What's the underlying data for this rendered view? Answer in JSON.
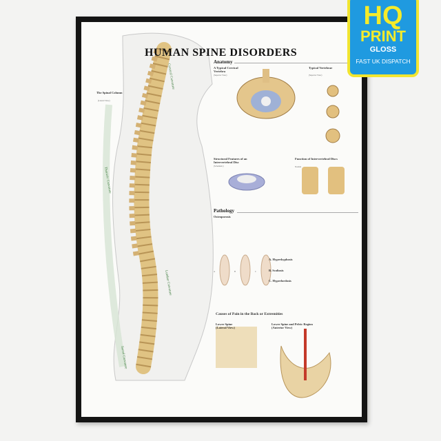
{
  "badge": {
    "line1": "HQ",
    "line2": "PRINT",
    "line3": "GLOSS",
    "line4": "FAST UK DISPATCH",
    "colors": {
      "background": "#1f9ae0",
      "border": "#f2e530"
    }
  },
  "poster": {
    "title": "HUMAN SPINE DISORDERS",
    "spinal_column": {
      "title": "The Spinal Column",
      "subtitle": "(Lateral View)",
      "curvatures": [
        "Cervical Curvature",
        "Thoracic Curvature",
        "Lumbar Curvature",
        "Sacral Curvature"
      ]
    },
    "anatomy": {
      "heading": "Anatomy",
      "cervical": {
        "title": "A Typical Cervical Vertebra",
        "subtitle": "(Superior View)"
      },
      "typical": {
        "title": "Typical Vertebrae",
        "subtitle": "(Superior View)"
      },
      "disc": {
        "title": "Structural Features of an Intervertebral Disc",
        "subtitle": "(Schematic)"
      },
      "function": {
        "title": "Function of Intervertebral Discs",
        "normal": "Normal"
      }
    },
    "pathology": {
      "heading": "Pathology",
      "osteoporosis": "Osteoporosis",
      "conditions": [
        {
          "letter": "A",
          "name": "A. Hyperkyphosis"
        },
        {
          "letter": "B",
          "name": "B. Scoliosis"
        },
        {
          "letter": "C",
          "name": "C. Hyperlordosis"
        }
      ]
    },
    "causes": {
      "title": "Causes of Pain in the Back or Extremities",
      "lower_lateral": "Lower Spine (Lateral View)",
      "lower_pelvic": "Lower Spine and Pelvic Region (Anterior View)"
    }
  }
}
